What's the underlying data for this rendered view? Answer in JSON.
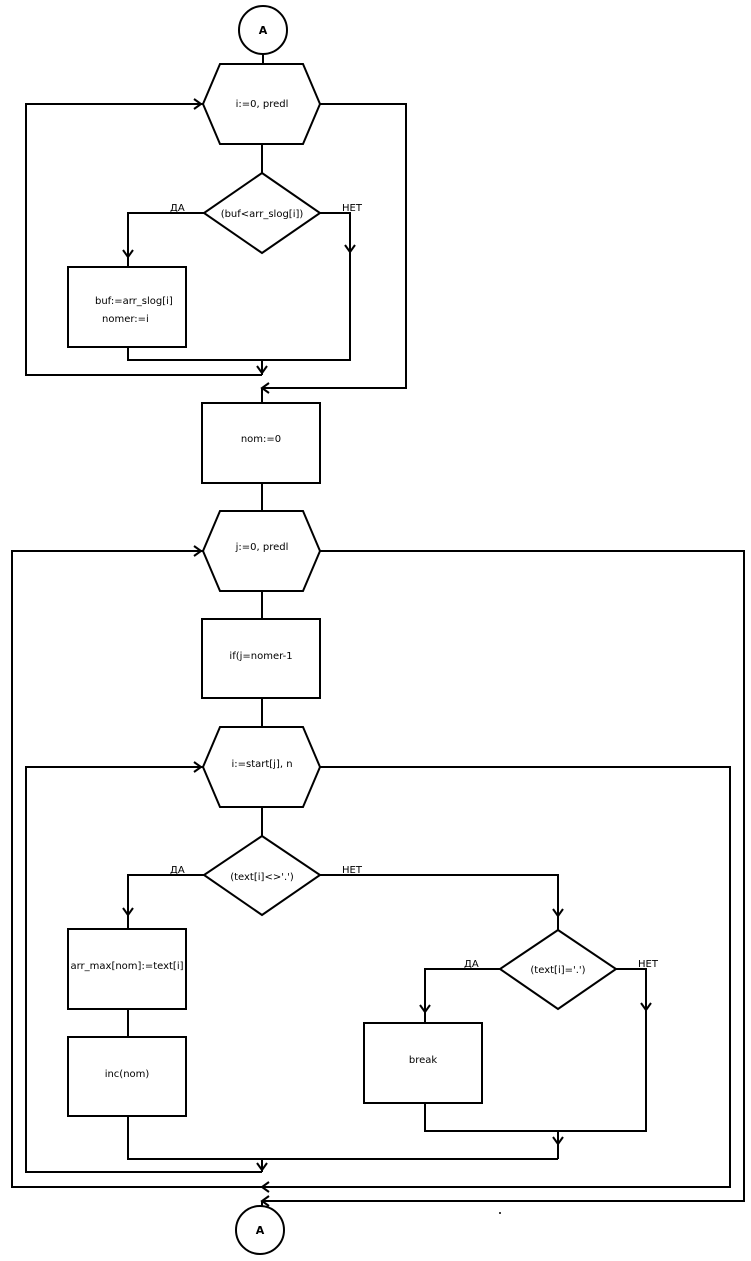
{
  "connectors": {
    "top": "A",
    "bottom": "A"
  },
  "blocks": {
    "loop1": "i:=0, predl",
    "cond1": "(buf<arr_slog[i])",
    "assign1_line1": "buf:=arr_slog[i]",
    "assign1_line2": "nomer:=i",
    "nom_init": "nom:=0",
    "loop2": "j:=0, predl",
    "if_j": "if(j=nomer-1",
    "loop3": "i:=start[j], n",
    "cond2": "(text[i]<>'.')",
    "arr_max": "arr_max[nom]:=text[i]",
    "inc": "inc(nom)",
    "cond3": "(text[i]='.')",
    "break": "break"
  },
  "branch_labels": {
    "yes": "ДА",
    "no": "НЕТ"
  }
}
